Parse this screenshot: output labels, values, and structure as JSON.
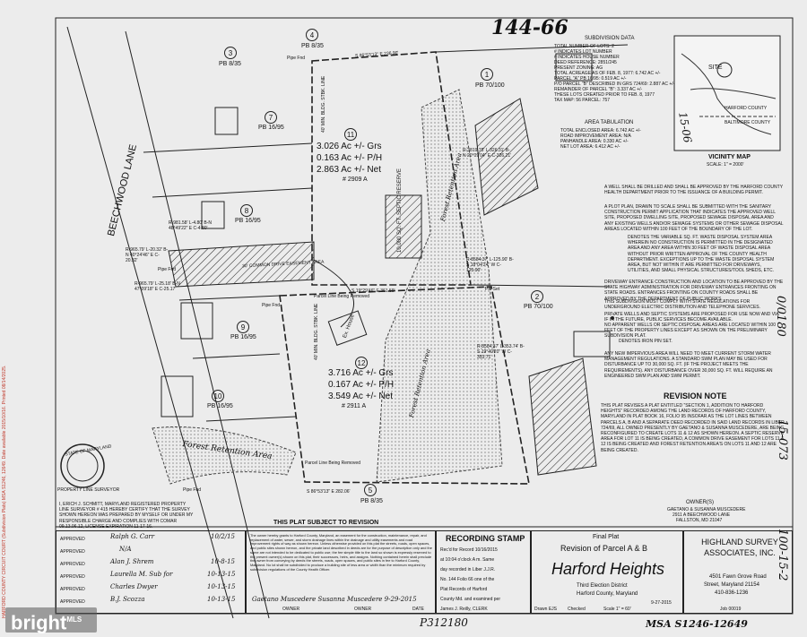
{
  "header": {
    "map_number": "144-66",
    "subdivision_data_title": "SUBDIVISION DATA",
    "subdivision_data": [
      "TOTAL NUMBER OF LOTS: 2",
      "# INDICATES LOT NUMBER",
      "# INDICATES HOUSE NUMBER",
      "DEED REFERENCE: 2851/245",
      "PRESENT ZONING: AG",
      "TOTAL ACREAGE AS OF FEB. 8, 1977: 6.742 AC +/-",
      "PARCEL \"A\" PB 16/95: 0.519 AC +/-",
      "P/O PARCEL \"B\" DESCRIBED IN GRS 724/69: 2.887 AC +/-",
      "REMAINDER OF PARCEL \"B\": 3.337 AC +/-",
      "THESE LOTS CREATED PRIOR TO FEB. 8, 1977",
      "TAX MAP: 56 PARCEL: 757"
    ],
    "area_tabulation_title": "AREA TABULATION",
    "area_tabulation": [
      "TOTAL ENCLOSED AREA: 6.742 AC +/-",
      "ROAD IMPROVEMENT AREA: N/A",
      "PANHANDLE AREA: 0.330 AC +/-",
      "NET LOT AREA: 6.412 AC +/-"
    ]
  },
  "vicinity_map": {
    "title": "VICINITY MAP",
    "scale": "SCALE: 1\" = 2000'",
    "site_label": "SITE",
    "county_label": "HARFORD COUNTY",
    "county_label2": "BALTIMORE COUNTY",
    "handwritten": "15-06"
  },
  "plat": {
    "road": "BEECHWOOD LANE",
    "lots": [
      {
        "number": "11",
        "gross": "3.026 Ac +/- Grs",
        "ph": "0.163 Ac +/- P/H",
        "net": "2.863 Ac +/- Net",
        "house": "# 2909 A"
      },
      {
        "number": "12",
        "gross": "3.716 Ac +/- Grs",
        "ph": "0.167 Ac +/- P/H",
        "net": "3.549 Ac +/- Net",
        "house": "# 2911 A"
      }
    ],
    "neighbors": [
      {
        "num": "3",
        "pb": "PB 8/35"
      },
      {
        "num": "4",
        "pb": "PB 8/35"
      },
      {
        "num": "7",
        "pb": "PB 16/95"
      },
      {
        "num": "8",
        "pb": "PB 16/95"
      },
      {
        "num": "9",
        "pb": "PB 16/95"
      },
      {
        "num": "10",
        "pb": "PB 16/95"
      },
      {
        "num": "1",
        "pb": "PB 70/100"
      },
      {
        "num": "2",
        "pb": "PB 70/100"
      },
      {
        "num": "5",
        "pb": "PB 8/35"
      }
    ],
    "labels": {
      "pipe_fnd": "Pipe Fnd",
      "forest_retention": "Forest Retention Area",
      "forest_retention_short": "Forest Retention Area",
      "parcel_line_removed": "Parcel Line Being Removed",
      "common_drive": "30' COMMON DRIVE EASEMENT AREA",
      "septic_reserve": "10,000 SQ. FT. SEPTIC RESERVE",
      "ex_house": "Ex. House",
      "pin_set": "Pin Set",
      "bearing_top": "S 86°53'13\" E 236.90'",
      "bearing_bottom": "S 86°53'13\" E 282.06'",
      "bearing_mid": "S 19°29'46\" E 361.59'",
      "subject_to_revision": "THIS PLAT SUBJECT TO REVISION",
      "bldg_line_1": "40' MIN. BLDG. STBK. LINE",
      "bldg_line_2": "40' MIN. BLDG. STBK. LINE",
      "curve_1": "R-965.79' L-20.32' B-N 40°24'46\" E C-20.32'",
      "curve_2": "R-981.58' L-4.80' B-N 48°49'22\" E C-4.80'",
      "curve_3": "R-965.79' L-25.18' B-N 47°09'18\" E C-25.17'",
      "curve_4": "R-3819.75' L-326.31' B-N 20°09'04\" E C-326.21'",
      "curve_5": "R-8584.37' L-125.90' B-S 18°04'24\" W C-125.90'",
      "curve_6": "R-8584.37' L-353.74' B-S 19°40'20\" W C-353.71'"
    }
  },
  "notes": {
    "items": [
      "A WELL SHALL BE DRILLED AND SHALL BE APPROVED BY THE HARFORD COUNTY HEALTH DEPARTMENT PRIOR TO THE ISSUANCE OF A BUILDING PERMIT.",
      "A PLOT PLAN, DRAWN TO SCALE SHALL BE SUBMITTED WITH THE SANITARY CONSTRUCTION PERMIT APPLICATION THAT INDICATES THE APPROVED WELL SITE, PROPOSED DWELLING SITE, PROPOSED SEWAGE DISPOSAL AREA AND ANY EXISTING WELLS AND/OR SEWAGE SYSTEMS OR OTHER SEWAGE DISPOSAL AREAS LOCATED WITHIN 100 FEET OF THE BOUNDARY OF THE LOT.",
      "DENOTES THE VARIABLE SQ. FT. WASTE DISPOSAL SYSTEM AREA WHEREIN NO CONSTRUCTION IS PERMITTED IN THE DESIGNATED AREA AND ANY AREA WITHIN 30 FEET OF WASTE DISPOSAL AREA WITHOUT PRIOR WRITTEN APPROVAL OF THE COUNTY HEALTH DEPARTMENT. EXCEPTIONS UP TO THE WASTE DISPOSAL SYSTEM AREA, BUT NOT WITHIN IT ARE PERMITTED FOR DRIVEWAYS, UTILITIES, AND SMALL PHYSICAL STRUCTURES/TOOL SHEDS, ETC.",
      "DRIVEWAY ENTRANCE CONSTRUCTION AND LOCATION TO BE APPROVED BY THE STATE HIGHWAY ADMINISTRATION FOR DRIVEWAY ENTRANCES FRONTING ON STATE ROADS. ENTRANCES FRONTING ON COUNTY ROADS SHALL BE APPROVED BY THE DEPARTMENT OF PUBLIC WORKS.",
      "THIS SUBDIVISION MUST COMPLY WITH STATE REGULATIONS FOR UNDERGROUND ELECTRIC DISTRIBUTION AND TELEPHONE SERVICES.",
      "PRIVATE WELLS AND SEPTIC SYSTEMS ARE PROPOSED FOR USE NOW AND VIA IF IN THE FUTURE, PUBLIC SERVICES BECOME AVAILABLE.",
      "NO APPARENT WELLS OR SEPTIC DISPOSAL AREAS ARE LOCATED WITHIN 100 FEET OF THE PROPERTY LINES EXCEPT AS SHOWN ON THE PRELIMINARY SUBDIVISION PLAT.",
      "DENOTES IRON PIN SET.",
      "ANY NEW IMPERVIOUS AREA WILL NEED TO MEET CURRENT STORM WATER MANAGEMENT REGULATIONS. A STANDARD SWM PLAN MAY BE USED FOR DISTURBANCE UP TO 30,000 SQ. FT. (IF THE PROJECT MEETS THE REQUIREMENTS). ANY DISTURBANCE OVER 30,000 SQ. FT. WILL REQUIRE AN ENGINEERED SWM PLAN AND SWM PERMIT."
    ],
    "revision_title": "REVISION NOTE",
    "revision_text": "THIS PLAT REVISES A PLAT ENTITLED \"SECTION 1, ADDITION TO HARFORD HEIGHTS\" RECORDED AMONG THE LAND RECORDS OF HARFORD COUNTY, MARYLAND IN PLAT BOOK 16, FOLIO 95 INSOFAR AS THE LOT LINES BETWEEN PARCELS A, B AND A SEPARATE DEED RECORDED IN SAID LAND RECORDS IN LIBER 724/69, ALL OWNED PRESENTLY BY GAETANO & SUSANNA MUSCEDERE, ARE BEING RECONFIGURED TO CREATE LOTS 11 & 12 AS SHOWN HEREON. A SEPTIC RESERVE AREA FOR LOT 11 IS BEING CREATED, A COMMON DRIVE EASEMENT FOR LOTS 11 & 12 IS BEING CREATED AND FOREST RETENTION AREA'S ON LOTS 11 AND 12 ARE BEING CREATED.",
    "owner_label": "OWNER(S)",
    "owner": [
      "GAETANO & SUSANNA MUSCEDERE",
      "2911 A BEECHWOOD LANE",
      "FALLSTON, MD 21047"
    ]
  },
  "surveyor_cert": {
    "seal_text": "STATE OF MARYLAND",
    "seal_sub": "PROPERTY LINE SURVEYOR",
    "cert": "I, ERICH J. SCHMITT, MARYLAND REGISTERED PROPERTY LINE SURVEYOR # 415 HEREBY CERTIFY THAT THE SURVEY SHOWN HEREON WAS PREPARED BY MYSELF OR UNDER MY RESPONSIBLE CHARGE AND COMPLIES WITH COMAR 09.13.06.12, LICENSE EXPIRATION 11-17-16."
  },
  "title_block": {
    "approved_label": "APPROVED",
    "approvals": [
      {
        "sig": "Ralph G. Carr",
        "date": "10/2/15"
      },
      {
        "sig": "N/A",
        "date": ""
      },
      {
        "sig": "Alan J. Shrem",
        "date": "10-8-15"
      },
      {
        "sig": "Laurella M. Sub for",
        "date": "10-13-15"
      },
      {
        "sig": "Charles Dwyer",
        "date": "10-13-15"
      },
      {
        "sig": "B.J. Scozza",
        "date": "10-13-15"
      }
    ],
    "owner_statement": "The owner hereby grants to Harford County, Maryland, an easement for the construction, maintenance, repair, and replacement of water, sewer, and storm drainage lines within the drainage and utility easements and road improvement rights of way as shown hereon. Unless otherwise provided on this plat the streets, roads, open spaces, and public sites shown hereon, and the private land described in deeds are for the purpose of description only and the same are not intended to be dedicated to public use; the fee simple title to the land so shown is expressly reserved to the present owner(s) shown on this plat, their successors, heirs, and assigns. Nothing contained herein shall preclude the owner from conveying by deeds the streets, roads, open spaces, and public sites in fee to Harford County, Maryland. No lot shall be subdivided to produce a building site of less area or width than the minimum required by subdivision regulations of the County Health Officer.",
    "owner_sig": "Gaetano Muscedere   Susanna Muscedere  9-29-2015",
    "owner_label": "OWNER",
    "owner_label2": "OWNER",
    "date_label": "DATE",
    "recording_title": "RECORDING STAMP",
    "recording_lines": [
      "Rec'd for Record 10/16/2015",
      "at 10:04 o'clock A m. Same",
      "day recorded in Liber J.J.R.",
      "No. 144 Folio 66 one of the",
      "Plat Records of Harford",
      "County Md. and examined per",
      "James J. Reilly, CLERK"
    ],
    "final_plat": "Final Plat",
    "revision_of": "Revision of Parcel A & B",
    "project_name": "Harford Heights",
    "district": "Third Election District",
    "county": "Harford County, Maryland",
    "drawn": "Drawn  EJS",
    "checked": "Checked",
    "scale": "Scale  1\" = 60'",
    "date": "9-27-2015",
    "job": "Job  00019",
    "company": "HIGHLAND SURVEY ASSOCIATES, INC.",
    "company_addr": [
      "4501 Fawn Grove Road",
      "Street, Maryland 21154",
      "410-836-1236"
    ],
    "hand_bottom": "P312180",
    "hand_msa": "MSA S1246-12649"
  },
  "margin": {
    "left_vertical": "HARFORD COUNTY CIRCUIT COURT (Subdivision Plats) MSA S1246, 12649. Date available 2015/10/16. Printed 08/14/2025.",
    "right_vertical_1": "0/0180",
    "right_vertical_2": "15-073",
    "right_vertical_3": "100-15-2",
    "watermark": "bright",
    "watermark_mls": "MLS"
  }
}
